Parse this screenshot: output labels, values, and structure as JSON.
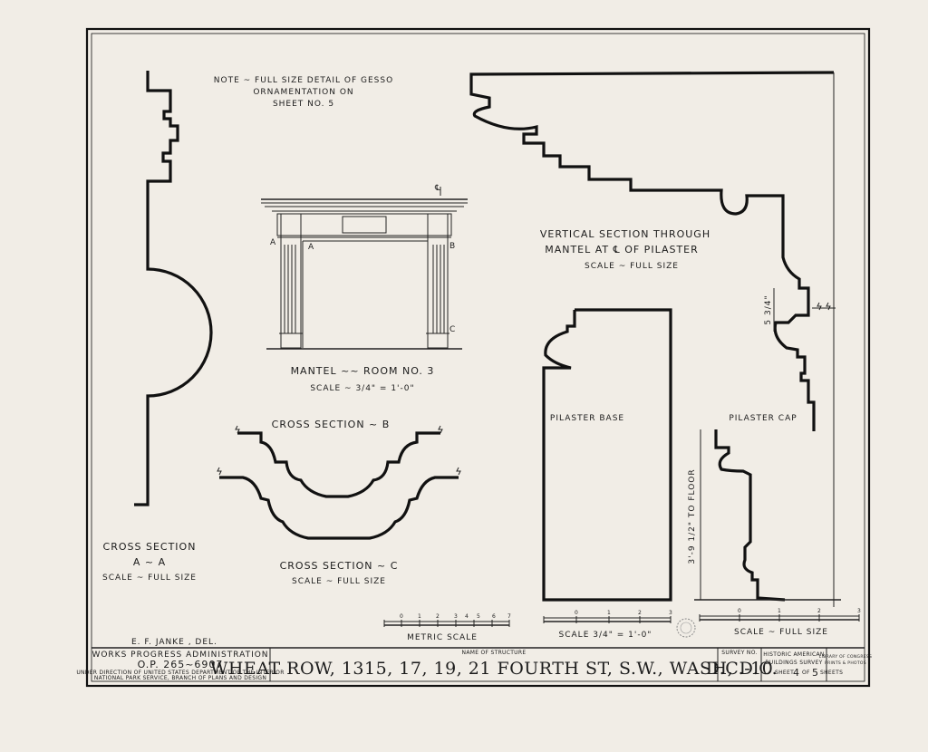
{
  "notes": {
    "gesso_line1": "NOTE ~ FULL SIZE DETAIL OF GESSO",
    "gesso_line2": "ORNAMENTATION ON",
    "gesso_line3": "SHEET NO. 5"
  },
  "mantel": {
    "title": "MANTEL  ~~  ROOM  NO. 3",
    "scale": "SCALE ~ 3/4\" = 1'-0\"",
    "mark_a": "A",
    "mark_b": "B",
    "mark_c": "C",
    "mark_cl": "℄"
  },
  "vertical_section": {
    "line1": "VERTICAL  SECTION  THROUGH",
    "line2": "MANTEL AT ℄ OF PILASTER",
    "scale": "SCALE ~ FULL SIZE",
    "dim": "5 3/4\""
  },
  "cross_a": {
    "line1": "CROSS SECTION",
    "line2": "A ~ A",
    "scale": "SCALE ~ FULL SIZE"
  },
  "cross_b": {
    "title": "CROSS SECTION ~ B"
  },
  "cross_c": {
    "title": "CROSS SECTION ~ C",
    "scale": "SCALE ~ FULL SIZE"
  },
  "pilaster_base": {
    "title": "PILASTER  BASE"
  },
  "pilaster_cap": {
    "title": "PILASTER  CAP",
    "dim": "3'-9 1/2\" TO FLOOR"
  },
  "scales": {
    "metric_label": "METRIC SCALE",
    "metric_ticks": [
      "0",
      "1",
      "2",
      "3",
      "4",
      "5",
      "6",
      "7"
    ],
    "quarter_label": "SCALE 3/4\" = 1'-0\"",
    "quarter_ticks": [
      "0",
      "1",
      "2",
      "3"
    ],
    "full_label": "SCALE ~ FULL SIZE",
    "full_ticks": [
      "0",
      "1",
      "2",
      "3"
    ]
  },
  "delineator": "E. F. JANKE ,  DEL.",
  "title_block": {
    "agency": "WORKS  PROGRESS  ADMINISTRATION",
    "op": "O.P. 265~6907",
    "under1": "UNDER DIRECTION OF UNITED STATES DEPARTMENT OF THE INTERIOR",
    "under2": "NATIONAL PARK SERVICE, BRANCH OF PLANS AND DESIGN",
    "name_label": "NAME OF STRUCTURE",
    "name": "WHEAT ROW, 1315, 17, 19, 21  FOURTH ST, S.W., WASH, D.C.",
    "survey_label": "SURVEY NO.",
    "survey": "D.C.-10",
    "habs1": "HISTORIC AMERICAN",
    "habs2": "BUILDINGS SURVEY",
    "sheet_word": "SHEET",
    "sheet_no": "4",
    "of_word": "OF",
    "sheet_total": "5",
    "sheets_word": "SHEETS",
    "loc1": "LIBRARY OF CONGRESS",
    "loc2": "PRINTS & PHOTOS"
  }
}
